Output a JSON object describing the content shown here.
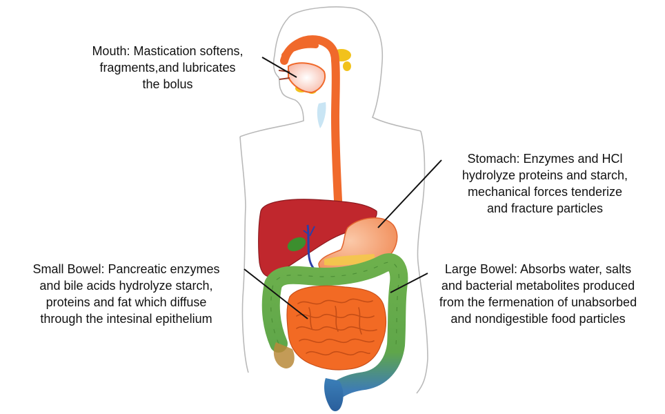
{
  "labels": {
    "mouth": [
      "Mouth: Mastication softens,",
      "fragments,and lubricates",
      "the bolus"
    ],
    "stomach": [
      "Stomach: Enzymes and HCl",
      "hydrolyze proteins and starch,",
      "mechanical forces tenderize",
      "and fracture particles"
    ],
    "small_bowel": [
      "Small Bowel: Pancreatic enzymes",
      "and bile acids hydrolyze starch,",
      "proteins and fat which diffuse",
      "through the intesinal epithelium"
    ],
    "large_bowel": [
      "Large Bowel:  Absorbs water, salts",
      "and bacterial metabolites produced",
      "from the fermenation of unabsorbed",
      "and nondigestible food particles"
    ]
  },
  "colors": {
    "body_outline": "#b9b9b9",
    "esophagus": "#f0692b",
    "liver": "#c0272d",
    "stomach": "#f6a57f",
    "small_intestine": "#f26a24",
    "large_intestine": "#6aa54a",
    "salivary_gland": "#f2c21b",
    "gallbladder": "#3c8f2e",
    "bile_duct": "#2b3fa8",
    "trachea": "#bfe0f2",
    "rectum": "#2f6fb1"
  }
}
